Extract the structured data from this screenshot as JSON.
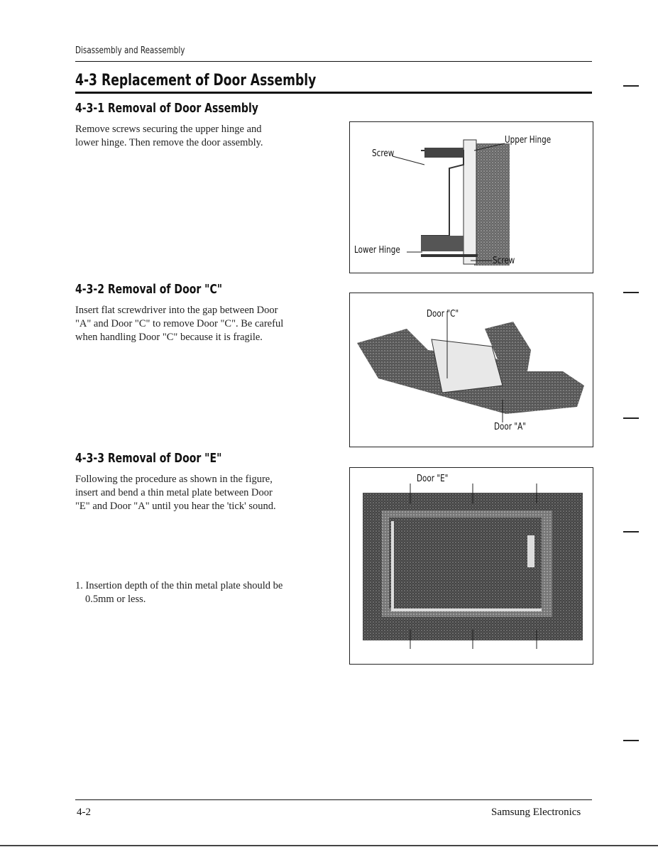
{
  "header": {
    "running_title": "Disassembly and Reassembly"
  },
  "section": {
    "title": "4-3 Replacement of Door Assembly"
  },
  "subsections": [
    {
      "heading": "4-3-1 Removal of Door Assembly",
      "lines": [
        "Remove screws securing the upper hinge and",
        "lower hinge. Then remove the door assembly."
      ],
      "figure_labels": [
        "Screw",
        "Upper Hinge",
        "Lower Hinge",
        "Screw"
      ]
    },
    {
      "heading": "4-3-2 Removal of Door \"C\"",
      "lines": [
        "Insert flat screwdriver into the gap between Door",
        "\"A\" and Door \"C\" to remove Door \"C\". Be careful",
        "when handling Door \"C\" because it is fragile."
      ],
      "figure_labels": [
        "Door \"C\"",
        "Door \"A\""
      ]
    },
    {
      "heading": "4-3-3 Removal of Door \"E\"",
      "lines": [
        "Following the procedure as shown in the figure,",
        "insert and bend a thin metal plate between Door",
        "\"E\" and Door \"A\" until you hear the 'tick' sound."
      ],
      "note_lines": [
        "1. Insertion depth of the thin metal plate should be",
        "0.5mm or less."
      ],
      "figure_labels": [
        "Door \"E\""
      ]
    }
  ],
  "footer": {
    "page_number": "4-2",
    "brand": "Samsung Electronics"
  }
}
